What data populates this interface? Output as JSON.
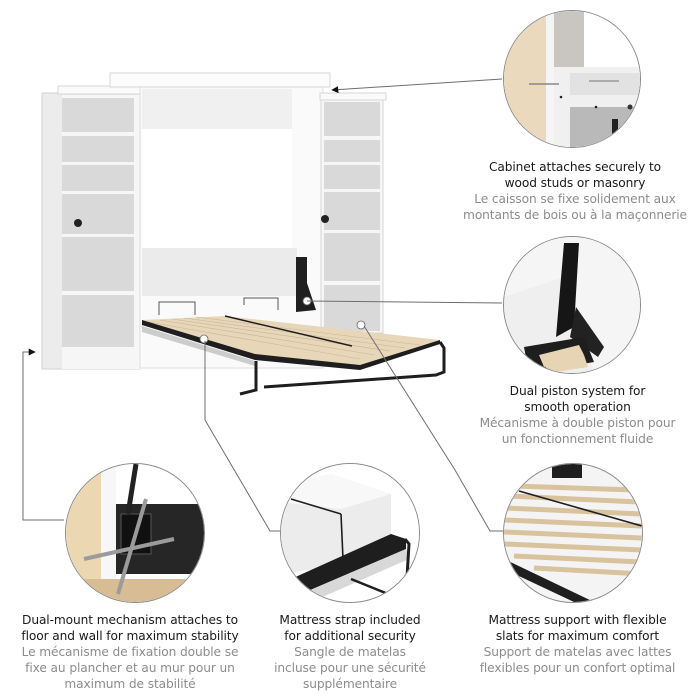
{
  "features": [
    {
      "id": "cabinet-attach",
      "title_en": "Cabinet attaches securely to wood studs or masonry",
      "line1_en": "Cabinet attaches securely to",
      "line2_en": "wood studs or masonry",
      "line1_fr": "Le caisson se fixe solidement aux",
      "line2_fr": "montants de bois ou à la maçonnerie"
    },
    {
      "id": "dual-piston",
      "line1_en": "Dual piston system for",
      "line2_en": "smooth operation",
      "line1_fr": "Mécanisme à double piston pour",
      "line2_fr": "un fonctionnement fluide"
    },
    {
      "id": "dual-mount",
      "line1_en": "Dual-mount mechanism attaches to",
      "line2_en": "floor and wall for maximum stability",
      "line1_fr": "Le mécanisme de fixation double se",
      "line2_fr": "fixe au plancher et au mur pour un",
      "line3_fr": "maximum de stabilité"
    },
    {
      "id": "mattress-strap",
      "line1_en": "Mattress strap included",
      "line2_en": "for additional security",
      "line1_fr": "Sangle de matelas",
      "line2_fr": "incluse pour une sécurité",
      "line3_fr": "supplémentaire"
    },
    {
      "id": "flexible-slats",
      "line1_en": "Mattress support with flexible",
      "line2_en": "slats for maximum comfort",
      "line1_fr": "Support de matelas avec lattes",
      "line2_fr": "flexibles pour un confort optimal"
    }
  ],
  "colors": {
    "text_primary": "#1a1a1a",
    "text_secondary": "#8c8c8c",
    "leader_line": "#6e6e6e",
    "cabinet_white": "#f4f4f4",
    "wood_slat": "#e8d6b8",
    "metal_black": "#1e1e1e"
  },
  "icons": {
    "callout_arrow": "arrowhead",
    "callout_dot": "white-dot"
  }
}
